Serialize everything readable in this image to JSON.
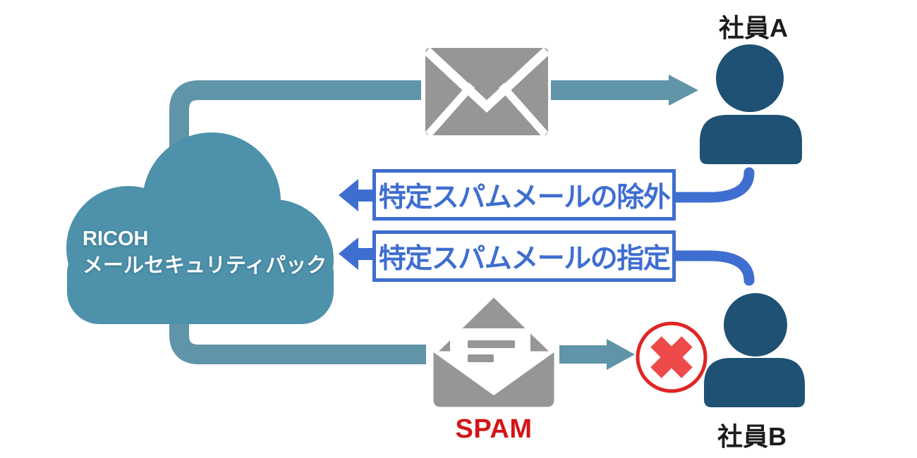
{
  "diagram_title": "RICOH mail security pack spam-filter flow",
  "cloud": {
    "line1": "RICOH",
    "line2": "メールセキュリティパック"
  },
  "employees": {
    "a": "社員A",
    "b": "社員B"
  },
  "action_boxes": [
    {
      "label": "特定スパムメールの除外"
    },
    {
      "label": "特定スパムメールの指定"
    }
  ],
  "spam_label": "SPAM",
  "icons": {
    "cloud": "cloud-icon",
    "mail": "mail-envelope-icon",
    "spam_mail": "open-spam-envelope-icon",
    "person_a": "person-icon",
    "person_b": "person-icon",
    "blocked": "blocked-cross-icon",
    "flow_arrow": "flow-arrow-icon",
    "feedback_arrow": "left-arrow-icon"
  },
  "colors": {
    "teal": "#6094a8",
    "cloud": "#4d91ab",
    "navy": "#1e5173",
    "blue": "#3e6ed0",
    "gray": "#969696",
    "red_circle": "#e02424",
    "red_x": "#ee4a4a",
    "spam_red": "#d41417",
    "label_black": "#1c1c1c"
  }
}
